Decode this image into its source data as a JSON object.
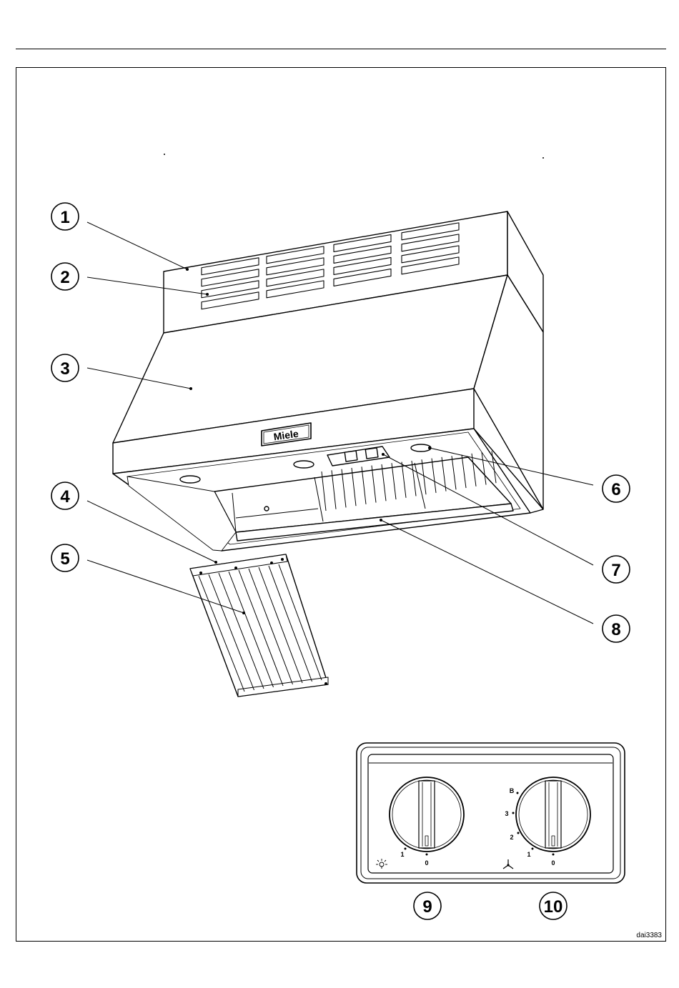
{
  "brand_plate": "Miele",
  "callouts": [
    {
      "label": "1"
    },
    {
      "label": "2"
    },
    {
      "label": "3"
    },
    {
      "label": "4"
    },
    {
      "label": "5"
    },
    {
      "label": "6"
    },
    {
      "label": "7"
    },
    {
      "label": "8"
    },
    {
      "label": "9"
    },
    {
      "label": "10"
    }
  ],
  "control_panel": {
    "light_dial": {
      "labels": [
        "1",
        "0"
      ],
      "icon": "light-icon"
    },
    "fan_dial": {
      "labels": [
        "B",
        "3",
        "2",
        "1",
        "0"
      ],
      "icon": "fan-icon"
    }
  },
  "drawing_code": "dai3383"
}
